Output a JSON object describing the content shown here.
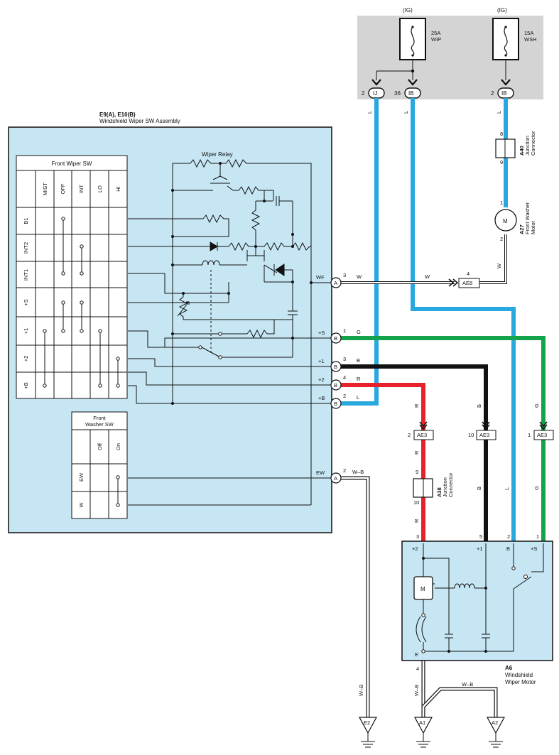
{
  "colors": {
    "panel": "#c6e6f4",
    "fuse_box": "#d4d4d4",
    "blue": "#29a8e0",
    "red": "#e8222c",
    "black": "#111111",
    "green": "#14a24a",
    "white_wire": "#ffffff"
  },
  "fuses": [
    {
      "supply": "(IG)",
      "rating": "25A",
      "name": "WIP"
    },
    {
      "supply": "(IG)",
      "rating": "15A",
      "name": "WSH"
    }
  ],
  "top_connectors": [
    {
      "pin": "2",
      "code": "IJ",
      "color_code": "L"
    },
    {
      "pin": "36",
      "code": "IB",
      "color_code": "L"
    },
    {
      "pin": "2",
      "code": "IB",
      "color_code": "L"
    }
  ],
  "switch_assembly": {
    "code": "E9(A), E10(B)",
    "name": "Windshield Wiper SW Assembly",
    "relay_label": "Wiper Relay"
  },
  "front_wiper_sw": {
    "title": "Front Wiper SW",
    "columns": [
      "MIST",
      "OFF",
      "INT",
      "LO",
      "HI"
    ],
    "rows": [
      "B1",
      "INT2",
      "INT1",
      "+S",
      "+1",
      "+2",
      "+B"
    ]
  },
  "front_washer_sw": {
    "title_line1": "Front",
    "title_line2": "Washer SW",
    "columns": [
      "Off",
      "On"
    ],
    "rows": [
      "EW",
      "W"
    ]
  },
  "terminals": [
    {
      "name": "WF",
      "pin": "3",
      "conn": "A",
      "wire": "W"
    },
    {
      "name": "+S",
      "pin": "1",
      "conn": "B",
      "wire": "G"
    },
    {
      "name": "+1",
      "pin": "3",
      "conn": "B",
      "wire": "B"
    },
    {
      "name": "+2",
      "pin": "4",
      "conn": "B",
      "wire": "R"
    },
    {
      "name": "+B",
      "pin": "2",
      "conn": "B",
      "wire": "L"
    },
    {
      "name": "EW",
      "pin": "2",
      "conn": "A",
      "wire": "W–B"
    }
  ],
  "washer_path": {
    "wire": "W",
    "pin": "4",
    "code": "AE8"
  },
  "junction_a40": {
    "code": "A40",
    "line1": "Junction",
    "line2": "Connector",
    "pin_top": "8",
    "pin_bottom": "9",
    "wire": "W"
  },
  "washer_motor": {
    "code": "A27",
    "line1": "Front Washer",
    "line2": "Motor",
    "pin_top": "1",
    "pin_bottom": "2",
    "symbol": "M"
  },
  "ae3_connectors": [
    {
      "pin": "2",
      "code": "AE3",
      "wire": "R"
    },
    {
      "pin": "10",
      "code": "AE3",
      "wire": "B"
    },
    {
      "pin": "1",
      "code": "AE3",
      "wire": "G"
    }
  ],
  "junction_a38": {
    "code": "A38",
    "line1": "Junction",
    "line2": "Connector",
    "pin_top": "9",
    "pin_bottom": "10",
    "wire_top": "R",
    "wire_bottom": "R"
  },
  "mid_wire_labels": {
    "black": "B",
    "blue": "L",
    "green": "G"
  },
  "wiper_motor": {
    "code": "A6",
    "line1": "Windshield",
    "line2": "Wiper Motor",
    "pins": [
      "3",
      "5",
      "2",
      "1"
    ],
    "terminals": [
      "+2",
      "+1",
      "B",
      "+S"
    ],
    "ground_terminal": "E",
    "ground_pin": "4",
    "symbol": "M"
  },
  "grounds": [
    {
      "code": "E2",
      "wire": "W–B"
    },
    {
      "code": "A1",
      "wire": "W–B"
    },
    {
      "code": "A2",
      "wire": "W–B"
    }
  ]
}
